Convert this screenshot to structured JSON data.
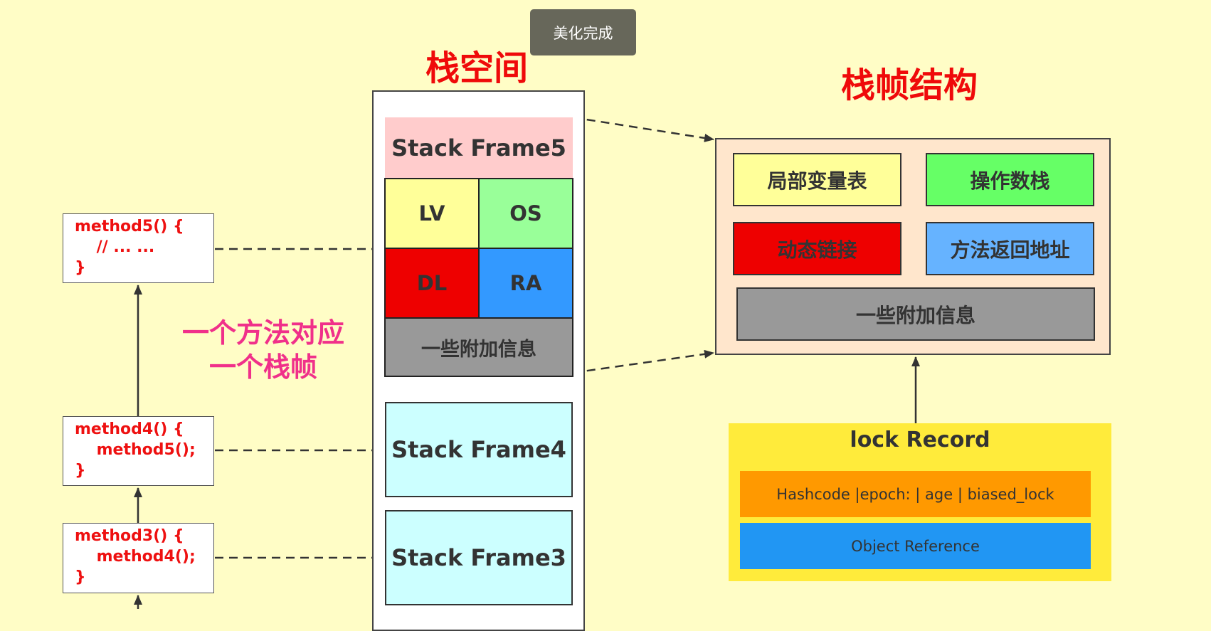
{
  "toast": {
    "text": "美化完成"
  },
  "titles": {
    "stack_space": "栈空间",
    "frame_structure": "栈帧结构"
  },
  "note": {
    "line1": "一个方法对应",
    "line2": "一个栈帧"
  },
  "methods": {
    "method5": [
      "method5() {",
      "    // ... ...",
      "}"
    ],
    "method4": [
      "method4() {",
      "    method5();",
      "}"
    ],
    "method3": [
      "method3() {",
      "    method4();",
      "}"
    ]
  },
  "stack": {
    "frame5": "Stack Frame5",
    "frame4": "Stack Frame4",
    "frame3": "Stack Frame3",
    "cells": {
      "lv": "LV",
      "os": "OS",
      "dl": "DL",
      "ra": "RA",
      "extra": "一些附加信息"
    }
  },
  "structure": {
    "local_vars": "局部变量表",
    "operand_stack": "操作数栈",
    "dynamic_link": "动态链接",
    "return_address": "方法返回地址",
    "extra": "一些附加信息"
  },
  "lock_record": {
    "title": "lock Record",
    "mark": "Hashcode |epoch: | age | biased_lock",
    "reference": "Object Reference"
  },
  "colors": {
    "background": "#fffdc6",
    "title_red": "#ef0a0a",
    "note_pink": "#f0308a",
    "lv": "#ffff99",
    "os": "#99ff99",
    "dl": "#ee0000",
    "ra": "#3399ff",
    "extra": "#999999",
    "frame5": "#ffcccc",
    "frame": "#ccffff",
    "structure_bg": "#ffe6cc",
    "lock_bg": "#ffeb3b",
    "lock_mark": "#ff9900",
    "lock_ref": "#2196f3"
  }
}
